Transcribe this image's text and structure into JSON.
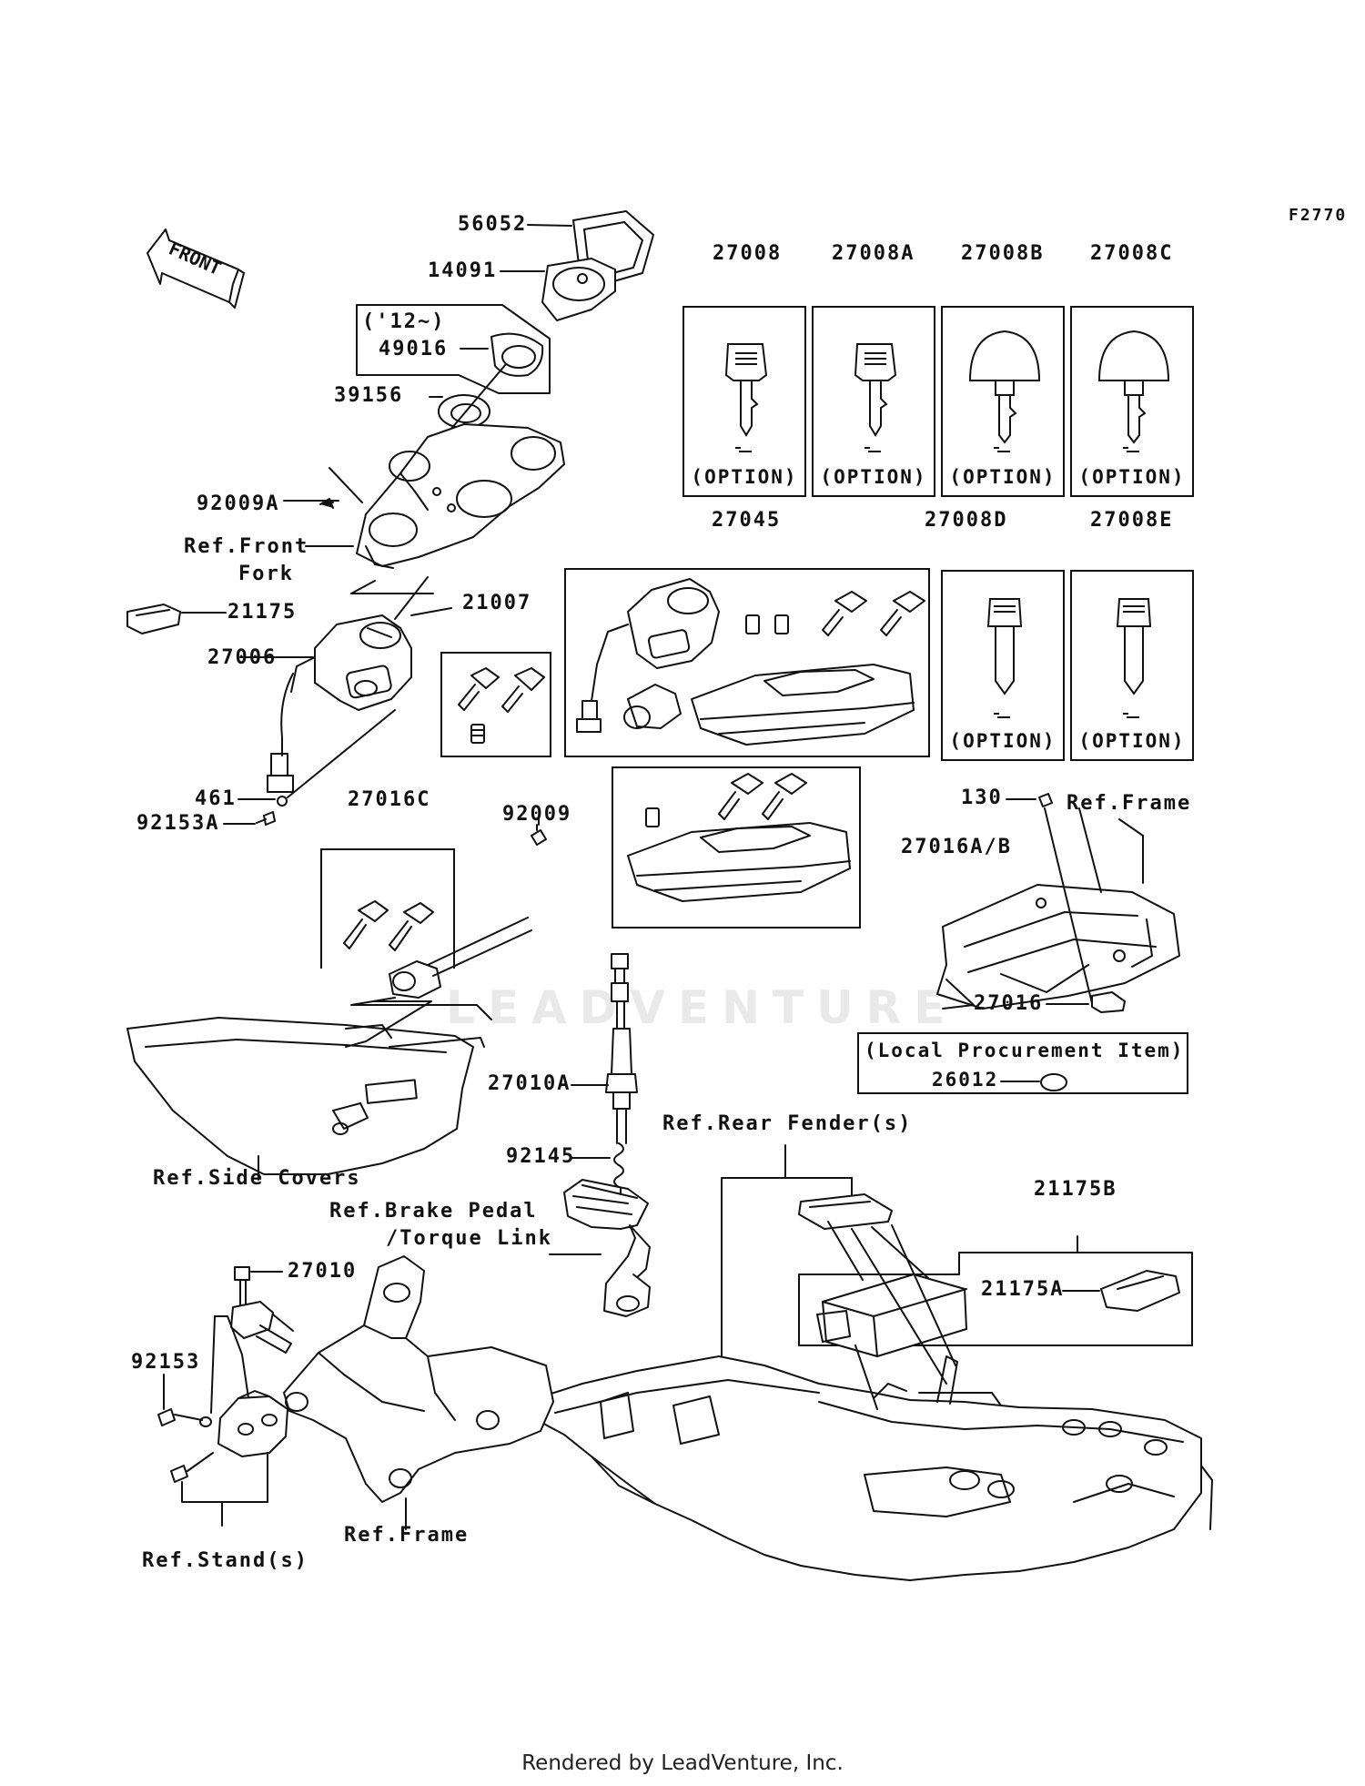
{
  "figure_code": "F2770",
  "front_arrow_label": "FRONT",
  "option_label": "(OPTION)",
  "watermark": "LEADVENTURE",
  "footer": "Rendered by LeadVenture, Inc.",
  "labels": {
    "p56052": "56052",
    "p14091": "14091",
    "year_note": "('12~)",
    "p49016": "49016",
    "p39156": "39156",
    "p92009A": "92009A",
    "ref_front_fork_1": "Ref.Front",
    "ref_front_fork_2": "Fork",
    "p21175": "21175",
    "p27006": "27006",
    "p461": "461",
    "p92153A": "92153A",
    "p21007": "21007",
    "p27045": "27045",
    "p27016C": "27016C",
    "p92009": "92009",
    "p27016AB": "27016A/B",
    "p130": "130",
    "ref_frame_top": "Ref.Frame",
    "p27016": "27016",
    "local_procurement": "(Local Procurement Item)",
    "p26012": "26012",
    "ref_side_covers": "Ref.Side Covers",
    "p27010A": "27010A",
    "p92145": "92145",
    "ref_rear_fender": "Ref.Rear Fender(s)",
    "p21175B": "21175B",
    "ref_brake_pedal_1": "Ref.Brake Pedal",
    "ref_brake_pedal_2": "/Torque Link",
    "p21175A": "21175A",
    "p27010": "27010",
    "p92153": "92153",
    "ref_frame_bottom": "Ref.Frame",
    "ref_stands": "Ref.Stand(s)"
  },
  "option_boxes": {
    "k27008": "27008",
    "k27008A": "27008A",
    "k27008B": "27008B",
    "k27008C": "27008C",
    "k27008D": "27008D",
    "k27008E": "27008E"
  }
}
